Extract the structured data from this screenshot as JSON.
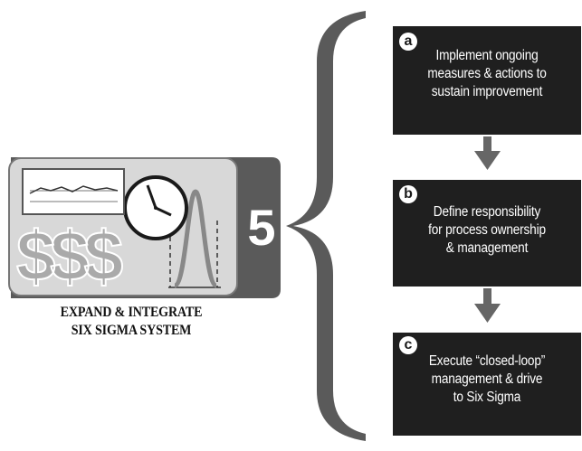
{
  "phase": {
    "number": "5",
    "title_line1": "EXPAND & INTEGRATE",
    "title_line2": "SIX SIGMA SYSTEM",
    "icon_dollars": "$$$"
  },
  "steps": [
    {
      "letter": "a",
      "lines": [
        "Implement ongoing",
        "measures & actions to",
        "sustain improvement"
      ]
    },
    {
      "letter": "b",
      "lines": [
        "Define responsibility",
        "for process ownership",
        "& management"
      ]
    },
    {
      "letter": "c",
      "lines": [
        "Execute “closed-loop”",
        "management & drive",
        "to Six Sigma"
      ]
    }
  ]
}
